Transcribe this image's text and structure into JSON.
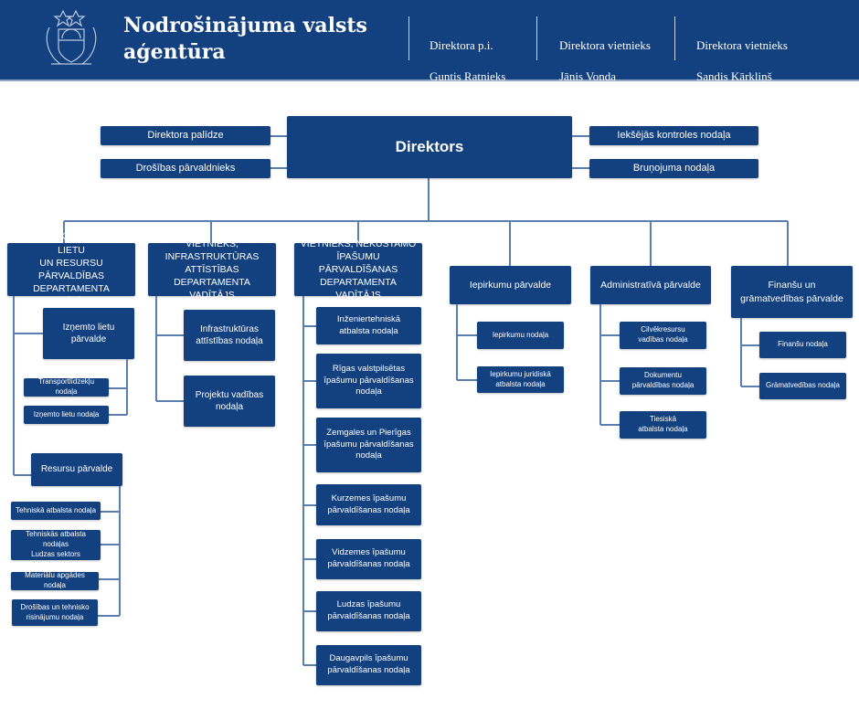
{
  "header": {
    "title": "Nodrošinājuma valsts\naģentūra",
    "people": [
      {
        "role": "Direktora p.i.",
        "name": "Guntis Ratnieks"
      },
      {
        "role": "Direktora vietnieks",
        "name": "Jānis Vonda"
      },
      {
        "role": "Direktora vietnieks",
        "name": "Sandis Kārkliņš"
      }
    ]
  },
  "chart": {
    "director": "Direktors",
    "staff_left": [
      "Direktora palīdze",
      "Drošības pārvaldnieks"
    ],
    "staff_right": [
      "Iekšējās kontroles nodaļa",
      "Bruņojuma nodaļa"
    ],
    "units": [
      {
        "label": "VIETNIEKS, IZŅEMTO LIETU\nUN RESURSU PĀRVALDĪBAS\nDEPARTAMENTA VADĪTĀJS",
        "children": [
          {
            "label": "Izņemto lietu\npārvalde",
            "children": [
              "Transportlīdzekļu nodaļa",
              "Izņemto lietu nodaļa"
            ]
          },
          {
            "label": "Resursu pārvalde",
            "children": [
              "Tehniskā atbalsta nodaļa",
              "Tehniskās atbalsta nodaļas\nLudzas sektors",
              "Materiālu apgādes nodaļa",
              "Drošības un tehnisko\nrisinājumu nodaļa"
            ]
          }
        ]
      },
      {
        "label": "VIETNIEKS,\nINFRASTRUKTŪRAS\nATTĪSTĪBAS DEPARTAMENTA\nVADĪTĀJS",
        "children": [
          {
            "label": "Infrastruktūras\nattīstības nodaļa"
          },
          {
            "label": "Projektu vadības\nnodaļa"
          }
        ]
      },
      {
        "label": "VIETNIEKS, NEKUSTAMO\nĪPAŠUMU PĀRVALDĪŠANAS\nDEPARTAMENTA VADĪTĀJS",
        "children": [
          {
            "label": "Inženiertehniskā\natbalsta nodaļa"
          },
          {
            "label": "Rīgas valstpilsētas\nīpašumu pārvaldīšanas\nnodaļa"
          },
          {
            "label": "Zemgales un Pierīgas\nīpašumu pārvaldīšanas\nnodaļa"
          },
          {
            "label": "Kurzemes īpašumu\npārvaldīšanas nodaļa"
          },
          {
            "label": "Vidzemes īpašumu\npārvaldīšanas nodaļa"
          },
          {
            "label": "Ludzas īpašumu\npārvaldīšanas nodaļa"
          },
          {
            "label": "Daugavpils īpašumu\npārvaldīšanas nodaļa"
          }
        ]
      },
      {
        "label": "Iepirkumu pārvalde",
        "children": [
          {
            "label": "Iepirkumu nodaļa"
          },
          {
            "label": "Iepirkumu juridiskā\natbalsta nodaļa"
          }
        ]
      },
      {
        "label": "Administratīvā pārvalde",
        "children": [
          {
            "label": "Cilvēkresursu\nvadības nodaļa"
          },
          {
            "label": "Dokumentu\npārvaldības nodaļa"
          },
          {
            "label": "Tiesiskā\natbalsta nodaļa"
          }
        ]
      },
      {
        "label": "Finanšu un\ngrāmatvedības pārvalde",
        "children": [
          {
            "label": "Finanšu nodaļa"
          },
          {
            "label": "Grāmatvedības nodaļa"
          }
        ]
      }
    ]
  },
  "colors": {
    "primary": "#13407f",
    "connector": "#5a7eb0"
  }
}
